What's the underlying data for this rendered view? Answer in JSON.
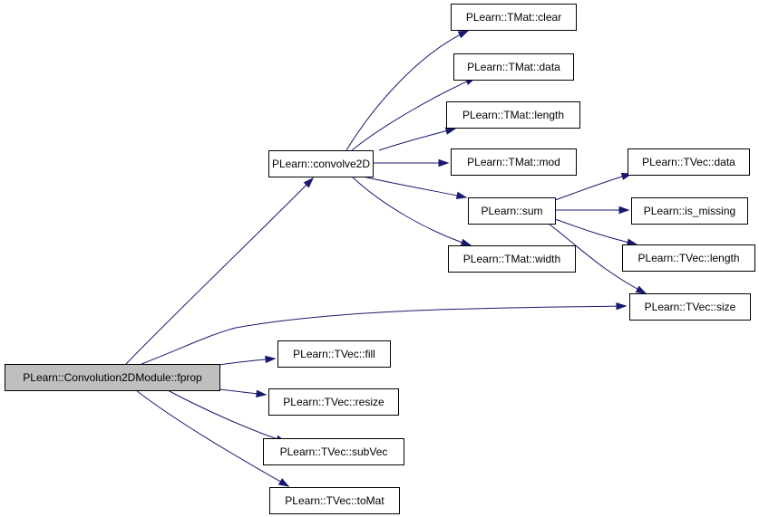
{
  "graph": {
    "edge_color": "#191970",
    "root_fill": "#bfbfbf",
    "nodes": [
      {
        "id": "fprop",
        "label": "PLearn::Convolution2DModule::fprop",
        "root": true
      },
      {
        "id": "convolve2D",
        "label": "PLearn::convolve2D"
      },
      {
        "id": "tmat_clear",
        "label": "PLearn::TMat::clear"
      },
      {
        "id": "tmat_data",
        "label": "PLearn::TMat::data"
      },
      {
        "id": "tmat_length",
        "label": "PLearn::TMat::length"
      },
      {
        "id": "tmat_mod",
        "label": "PLearn::TMat::mod"
      },
      {
        "id": "sum",
        "label": "PLearn::sum"
      },
      {
        "id": "tmat_width",
        "label": "PLearn::TMat::width"
      },
      {
        "id": "tvec_data",
        "label": "PLearn::TVec::data"
      },
      {
        "id": "is_missing",
        "label": "PLearn::is_missing"
      },
      {
        "id": "tvec_length",
        "label": "PLearn::TVec::length"
      },
      {
        "id": "tvec_size",
        "label": "PLearn::TVec::size"
      },
      {
        "id": "tvec_fill",
        "label": "PLearn::TVec::fill"
      },
      {
        "id": "tvec_resize",
        "label": "PLearn::TVec::resize"
      },
      {
        "id": "tvec_subvec",
        "label": "PLearn::TVec::subVec"
      },
      {
        "id": "tvec_tomat",
        "label": "PLearn::TVec::toMat"
      }
    ],
    "edges": [
      {
        "from": "fprop",
        "to": "convolve2D"
      },
      {
        "from": "fprop",
        "to": "tvec_size"
      },
      {
        "from": "fprop",
        "to": "tvec_fill"
      },
      {
        "from": "fprop",
        "to": "tvec_resize"
      },
      {
        "from": "fprop",
        "to": "tvec_subvec"
      },
      {
        "from": "fprop",
        "to": "tvec_tomat"
      },
      {
        "from": "convolve2D",
        "to": "tmat_clear"
      },
      {
        "from": "convolve2D",
        "to": "tmat_data"
      },
      {
        "from": "convolve2D",
        "to": "tmat_length"
      },
      {
        "from": "convolve2D",
        "to": "tmat_mod"
      },
      {
        "from": "convolve2D",
        "to": "sum"
      },
      {
        "from": "convolve2D",
        "to": "tmat_width"
      },
      {
        "from": "sum",
        "to": "tvec_data"
      },
      {
        "from": "sum",
        "to": "is_missing"
      },
      {
        "from": "sum",
        "to": "tvec_length"
      },
      {
        "from": "sum",
        "to": "tvec_size"
      }
    ]
  }
}
